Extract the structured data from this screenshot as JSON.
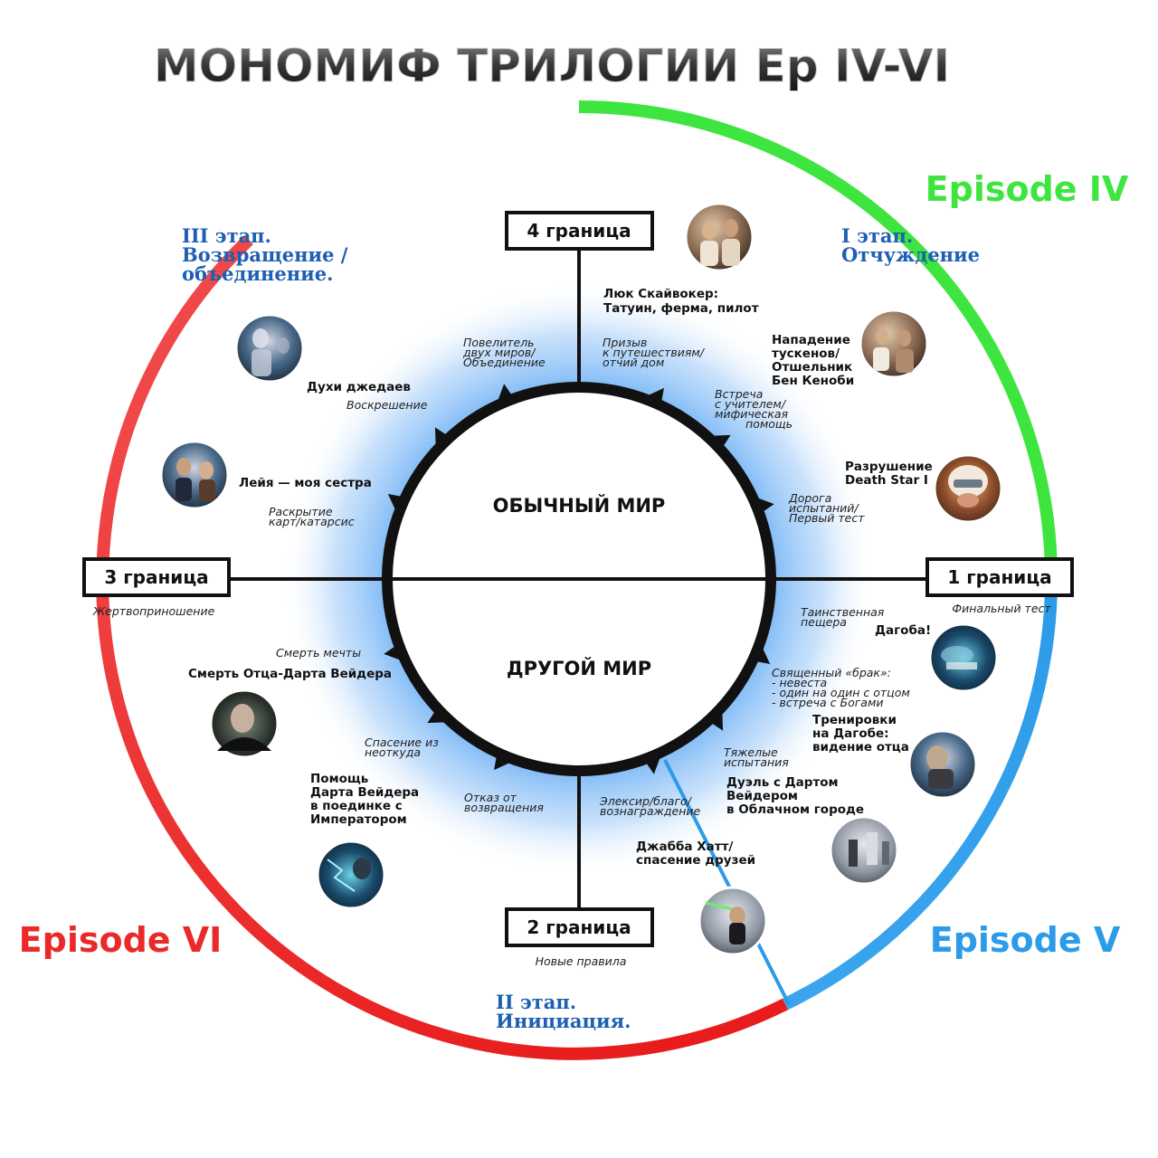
{
  "title": "МОНОМИФ  ТРИЛОГИИ Ep IV-VI",
  "colors": {
    "episode_iv": "#3fe53f",
    "episode_v": "#2c9be8",
    "episode_vi": "#ea2a2a",
    "stage_text": "#1e5fb3",
    "inner_glow": "#3a8ff0"
  },
  "episodes": {
    "iv": "Episode IV",
    "v": "Episode V",
    "vi": "Episode VI"
  },
  "stages": {
    "i": [
      "I этап.",
      "Отчуждение"
    ],
    "ii": [
      "II этап.",
      "Инициация."
    ],
    "iii": [
      "III этап.",
      "Возвращение /",
      "объединение."
    ]
  },
  "borders": {
    "b1": "1 граница",
    "b2": "2 граница",
    "b3": "3 граница",
    "b4": "4 граница"
  },
  "border_notes": {
    "b1": "Финальный тест",
    "b2": "Новые правила",
    "b3": "Жертвоприношение"
  },
  "worlds": {
    "ordinary": "ОБЫЧНЫЙ МИР",
    "other": "ДРУГОЙ МИР"
  },
  "steps": {
    "s1": [
      "Призыв",
      "к путешествиям/",
      "отчий дом"
    ],
    "s2": [
      "Встреча",
      "с учителем/",
      "мифическая",
      "помощь"
    ],
    "s3": [
      "Дорога",
      "испытаний/",
      "Первый тест"
    ],
    "s4": [
      "Таинственная",
      "пещера"
    ],
    "s5": [
      "Священный «брак»:",
      "- невеста",
      "- один на один с отцом",
      "- встреча с Богами"
    ],
    "s6": [
      "Тяжелые",
      "испытания"
    ],
    "s7": [
      "Элексир/благо/",
      "вознаграждение"
    ],
    "s8": [
      "Отказ от",
      "возвращения"
    ],
    "s9": [
      "Спасение из",
      "неоткуда"
    ],
    "s10": [
      "Смерть мечты"
    ],
    "s11": [
      "Раскрытие",
      "карт/катарсис"
    ],
    "s12": [
      "Воскрешение"
    ],
    "s13": [
      "Повелитель",
      "двух миров/",
      "Объединение"
    ]
  },
  "events": {
    "e1": [
      "Люк Скайвокер:",
      "Татуин, ферма, пилот"
    ],
    "e2": [
      "Нападение",
      "тускенов/",
      "Отшельник",
      "Бен Кеноби"
    ],
    "e3": [
      "Разрушение",
      "Death Star I"
    ],
    "e4": [
      "Дагоба!"
    ],
    "e5": [
      "Тренировки",
      "на Дагобе:",
      "видение отца"
    ],
    "e6": [
      "Дуэль с Дартом",
      "Вейдером",
      "в Облачном городе"
    ],
    "e7": [
      "Джабба Хатт/",
      "спасение друзей"
    ],
    "e8": [
      "Помощь",
      "Дарта Вейдера",
      "в поединке с",
      "Императором"
    ],
    "e9": [
      "Смерть Отца-Дарта Вейдера"
    ],
    "e10": [
      "Лейя — моя сестра"
    ],
    "e11": [
      "Духи джедаев"
    ]
  }
}
